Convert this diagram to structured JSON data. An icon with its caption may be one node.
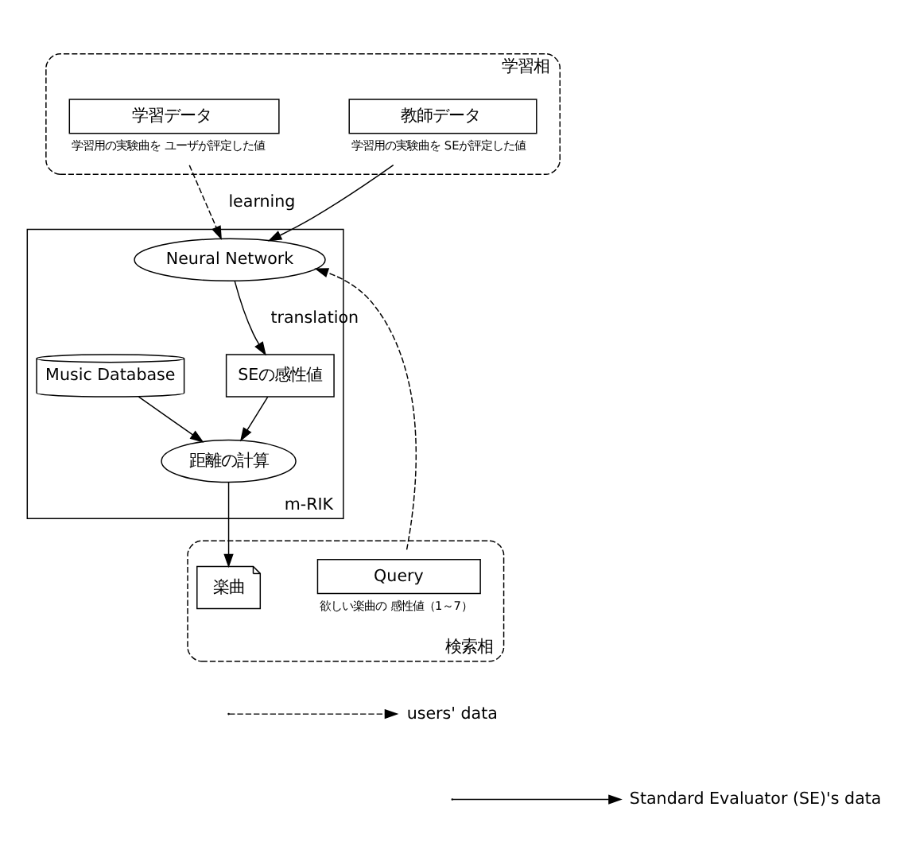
{
  "diagram": {
    "nodes": [
      {
        "text": [
          "学習相"
        ]
      },
      {
        "text": [
          "学習データ"
        ],
        "in": 0,
        "beside": [
          "学習用の実験曲を ユーザが評定した値"
        ]
      },
      {
        "text": [
          "教師データ"
        ],
        "in": 0,
        "beside": [
          "学習用の実験曲を SEが評定した値"
        ]
      },
      {
        "text": [
          "m-RIK"
        ]
      },
      {
        "text": [
          "Neural Network"
        ],
        "in": 3
      },
      {
        "text": [
          "SEの感性値"
        ],
        "in": 3
      },
      {
        "text": [
          "Music Database"
        ],
        "in": 3
      },
      {
        "text": [
          "距離の計算"
        ],
        "in": 3
      },
      {
        "text": [
          "検索相"
        ]
      },
      {
        "text": [
          "Query"
        ],
        "in": 8,
        "beside": [
          "欲しい楽曲の 感性値（1～7）"
        ]
      },
      {
        "text": [
          "楽曲"
        ],
        "in": 8
      }
    ],
    "edges": [
      {
        "from": 1,
        "to": 4,
        "arrow": "to",
        "label": "learning",
        "style": "dashed"
      },
      {
        "from": 2,
        "to": 4,
        "arrow": "to"
      },
      {
        "from": 9,
        "to": 4,
        "arrow": "to",
        "style": "dashed"
      },
      {
        "from": 4,
        "to": 5,
        "arrow": "to",
        "label": "translation"
      },
      {
        "from": 5,
        "to": 7,
        "arrow": "to"
      },
      {
        "from": 6,
        "to": 7,
        "arrow": "to"
      },
      {
        "from": 7,
        "to": 10,
        "arrow": "to"
      }
    ],
    "legend": [
      {
        "text": "users' data"
      },
      {
        "text": "Standard Evaluator (SE)'s data"
      }
    ]
  }
}
